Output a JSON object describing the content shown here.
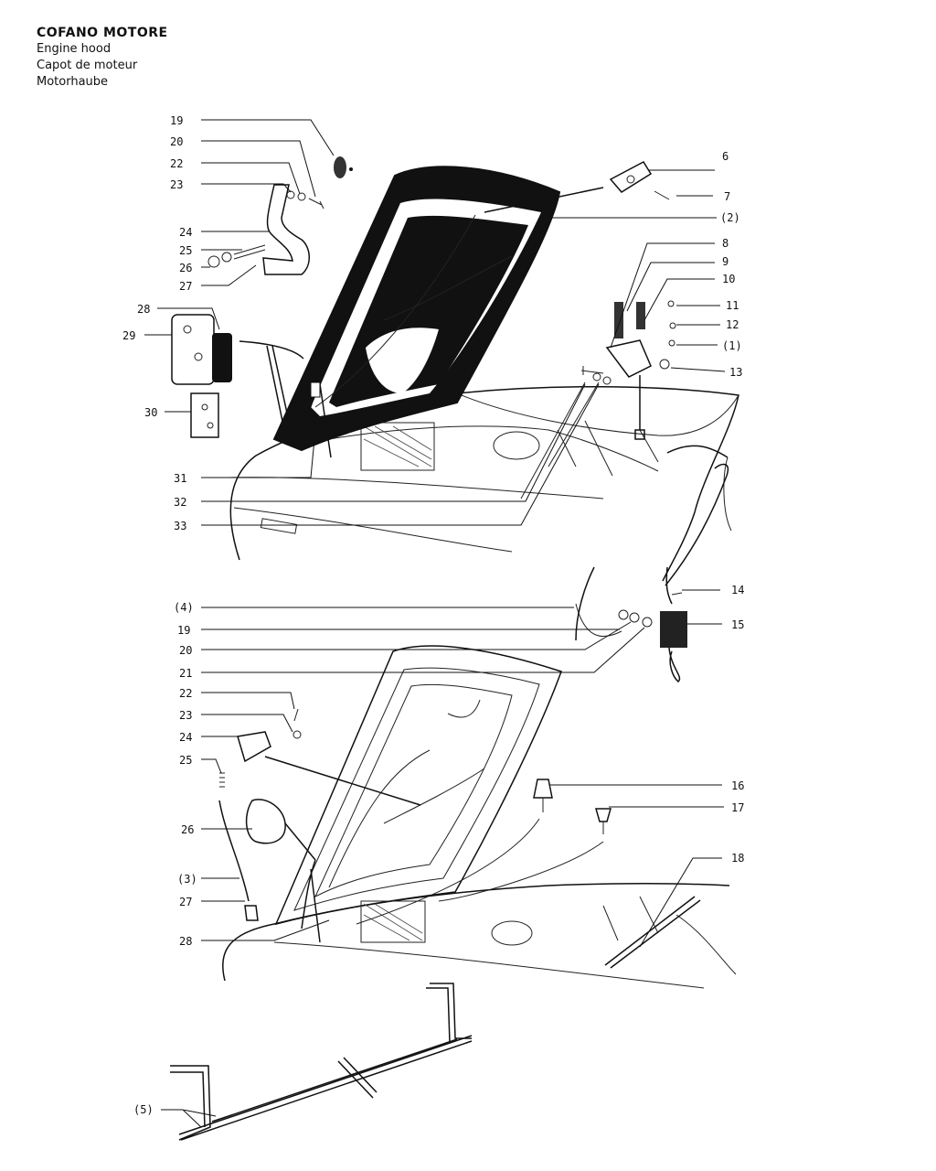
{
  "header": {
    "title": "COFANO MOTORE",
    "subtitles": [
      "Engine hood",
      "Capot de moteur",
      "Motorhaube"
    ]
  },
  "callouts_top": [
    {
      "label": "19"
    },
    {
      "label": "20"
    },
    {
      "label": "22"
    },
    {
      "label": "23"
    },
    {
      "label": "24"
    },
    {
      "label": "25"
    },
    {
      "label": "26"
    },
    {
      "label": "27"
    },
    {
      "label": "28"
    },
    {
      "label": "29"
    },
    {
      "label": "30"
    },
    {
      "label": "31"
    },
    {
      "label": "32"
    },
    {
      "label": "33"
    },
    {
      "label": "6"
    },
    {
      "label": "7"
    },
    {
      "label": "(2)"
    },
    {
      "label": "8"
    },
    {
      "label": "9"
    },
    {
      "label": "10"
    },
    {
      "label": "11"
    },
    {
      "label": "12"
    },
    {
      "label": "(1)"
    },
    {
      "label": "13"
    }
  ],
  "callouts_bottom": [
    {
      "label": "(4)"
    },
    {
      "label": "19"
    },
    {
      "label": "20"
    },
    {
      "label": "21"
    },
    {
      "label": "22"
    },
    {
      "label": "23"
    },
    {
      "label": "24"
    },
    {
      "label": "25"
    },
    {
      "label": "26"
    },
    {
      "label": "(3)"
    },
    {
      "label": "27"
    },
    {
      "label": "28"
    },
    {
      "label": "14"
    },
    {
      "label": "15"
    },
    {
      "label": "16"
    },
    {
      "label": "17"
    },
    {
      "label": "18"
    }
  ],
  "callout_seal": {
    "label": "(5)"
  }
}
